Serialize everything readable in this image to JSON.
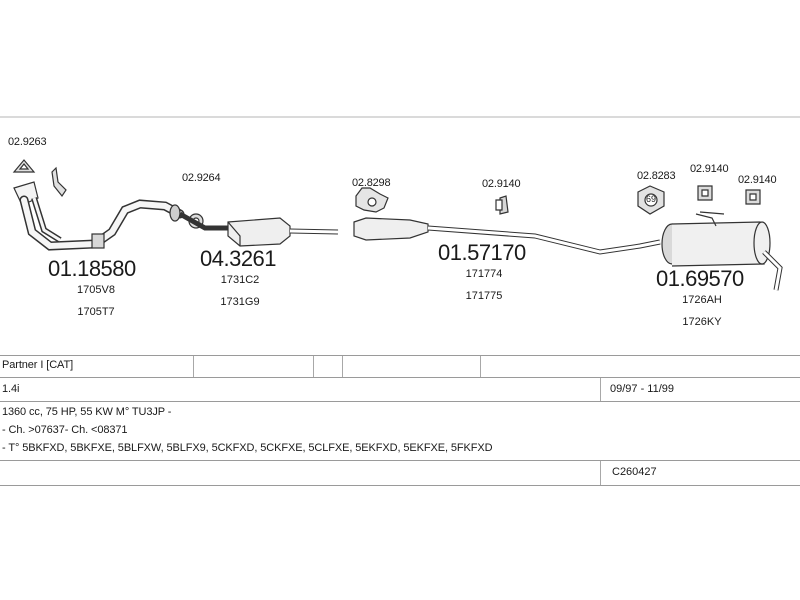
{
  "parts": [
    {
      "id": "p1",
      "part_number": "01.18580",
      "codes": [
        "1705V8",
        "1705T7"
      ]
    },
    {
      "id": "p2",
      "part_number": "04.3261",
      "codes": [
        "1731C2",
        "1731G9"
      ]
    },
    {
      "id": "p3",
      "part_number": "01.57170",
      "codes": [
        "171774",
        "171775"
      ]
    },
    {
      "id": "p4",
      "part_number": "01.69570",
      "codes": [
        "1726AH",
        "1726KY"
      ]
    }
  ],
  "accessories": [
    {
      "id": "a1",
      "code": "02.9263"
    },
    {
      "id": "a2",
      "code": "02.9264"
    },
    {
      "id": "a3",
      "code": "02.8298"
    },
    {
      "id": "a4",
      "code": "02.9140"
    },
    {
      "id": "a5",
      "code": "02.8283"
    },
    {
      "id": "a6",
      "code": "02.9140"
    },
    {
      "id": "a7",
      "code": "02.9140"
    }
  ],
  "ring_text": "69",
  "table": {
    "model": "Partner I [CAT]",
    "engine": "1.4i",
    "period": "09/97 - 11/99",
    "spec": "1360 cc, 75 HP, 55 KW M° TU3JP -",
    "chassis": "- Ch. >07637- Ch. <08371",
    "types": "- T° 5BKFXD, 5BKFXE, 5BLFXW, 5BLFX9, 5CKFXD, 5CKFXE, 5CLFXE, 5EKFXD, 5EKFXE, 5FKFXD",
    "code": "C260427"
  }
}
